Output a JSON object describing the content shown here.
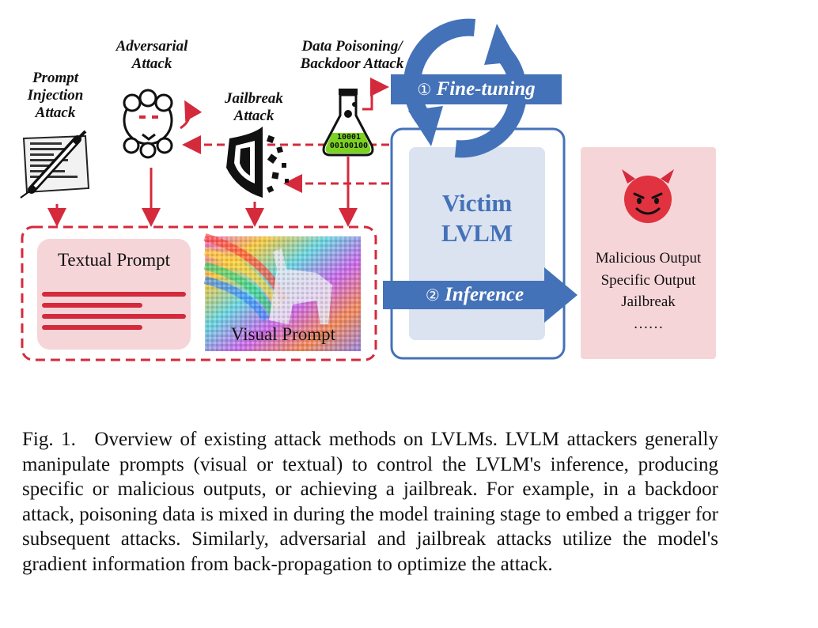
{
  "attacks": {
    "prompt_injection": "Prompt\nInjection\nAttack",
    "adversarial": "Adversarial\nAttack",
    "jailbreak": "Jailbreak\nAttack",
    "data_poisoning": "Data Poisoning/\nBackdoor Attack"
  },
  "flask_bits": [
    "10001",
    "00100100"
  ],
  "prompts": {
    "textual": "Textual Prompt",
    "visual": "Visual Prompt"
  },
  "victim": {
    "line1": "Victim",
    "line2": "LVLM"
  },
  "stages": {
    "finetuning_num": "①",
    "finetuning": "Fine-tuning",
    "inference_num": "②",
    "inference": "Inference"
  },
  "outputs": [
    "Malicious Output",
    "Specific Output",
    "Jailbreak",
    "……"
  ],
  "caption": {
    "fig_label": "Fig. 1.",
    "text": "Overview of existing attack methods on LVLMs. LVLM attackers generally manipulate prompts (visual or textual) to control the LVLM's inference, producing specific or malicious outputs, or achieving a jailbreak. For example, in a backdoor attack, poisoning data is mixed in during the model training stage to embed a trigger for subsequent attacks. Similarly, adversarial and jailbreak attacks utilize the model's gradient information from back-propagation to optimize the attack."
  },
  "colors": {
    "red": "#d42a3c",
    "blue": "#4472b8",
    "light_blue": "#dbe3f0",
    "pink": "#f6d5d8",
    "green": "#7bd321"
  }
}
